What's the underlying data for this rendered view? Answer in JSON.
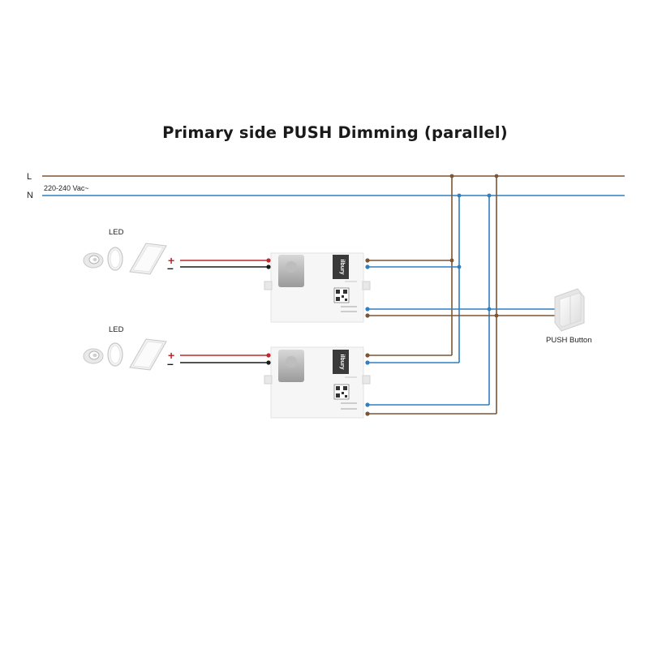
{
  "title": "Primary side PUSH Dimming (parallel)",
  "mains": {
    "line_label": "L",
    "neutral_label": "N",
    "voltage": "220-240 Vac~",
    "line_color": "#7b5534",
    "neutral_color": "#2f7fc1"
  },
  "loads": [
    {
      "label": "LED",
      "plus": "+",
      "minus": "–"
    },
    {
      "label": "LED",
      "plus": "+",
      "minus": "–"
    }
  ],
  "drivers": [
    {
      "brand": "ilbury"
    },
    {
      "brand": "ilbury"
    }
  ],
  "push_button": {
    "label": "PUSH Button"
  },
  "colors": {
    "positive": "#c0282d",
    "negative": "#1a1a1a",
    "line": "#7b5534",
    "neutral": "#2f7fc1"
  }
}
